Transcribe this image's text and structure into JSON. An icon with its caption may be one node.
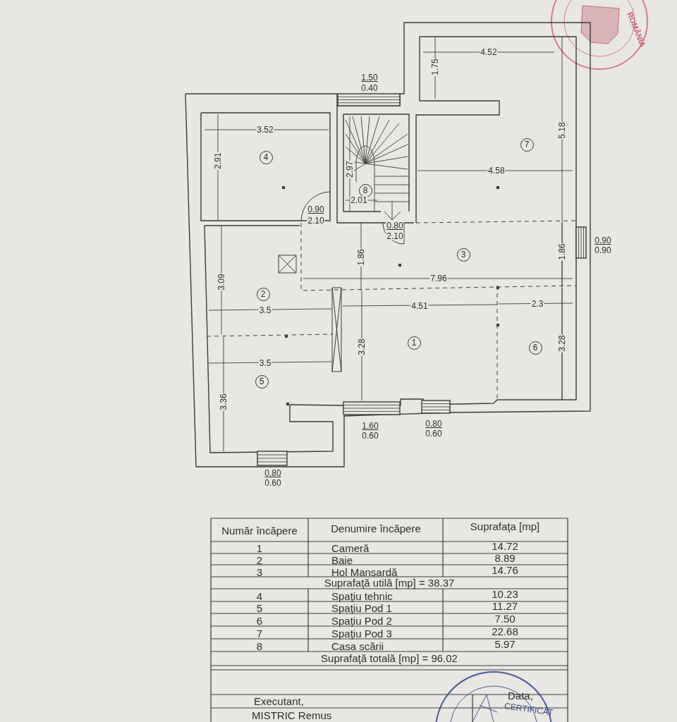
{
  "diagram": {
    "nodes": [
      {
        "text": [
          "7"
        ]
      },
      {
        "text": [
          "4"
        ]
      },
      {
        "text": [
          "8"
        ]
      },
      {
        "text": [
          "3"
        ]
      },
      {
        "text": [
          "2"
        ]
      },
      {
        "text": [
          "1"
        ]
      },
      {
        "text": [
          "6"
        ]
      },
      {
        "text": [
          "5"
        ]
      }
    ],
    "labels": [
      "ROMÂNIA",
      "4.52",
      "1.75",
      "1.50",
      "0.40",
      "3.52",
      "5.18",
      "2.91",
      "2.97",
      "4.58",
      "2.01",
      "0.90",
      "2.10",
      "0.80",
      "2.10",
      "0.90",
      "0.90",
      "1.86",
      "1.86",
      "7.96",
      "3.09",
      "2.3",
      "4.51",
      "3.5",
      "3.28",
      "3.28",
      "3.5",
      "3.36",
      "0.80",
      "1.60",
      "0.60",
      "0.60",
      "0.80",
      "0.60",
      "Număr încăpere",
      "Denumire încăpere",
      "Suprafaţa [mp]",
      "1",
      "Cameră",
      "14.72",
      "2",
      "Baie",
      "8.89",
      "3",
      "Hol Mansardă",
      "14.76",
      "Suprafaţă utilă [mp] = 38.37",
      "4",
      "Spaţiu tehnic",
      "10.23",
      "5",
      "Spaţiu Pod 1",
      "11.27",
      "6",
      "Spaţiu Pod 2",
      "7.50",
      "7",
      "Spaţiu Pod 3",
      "22.68",
      "8",
      "Casa scării",
      "5.97",
      "Suprafaţă totală [mp] = 96.02",
      "Executant,",
      "Data,",
      "MISTRIC Remus",
      "CERTIFICAT"
    ]
  }
}
